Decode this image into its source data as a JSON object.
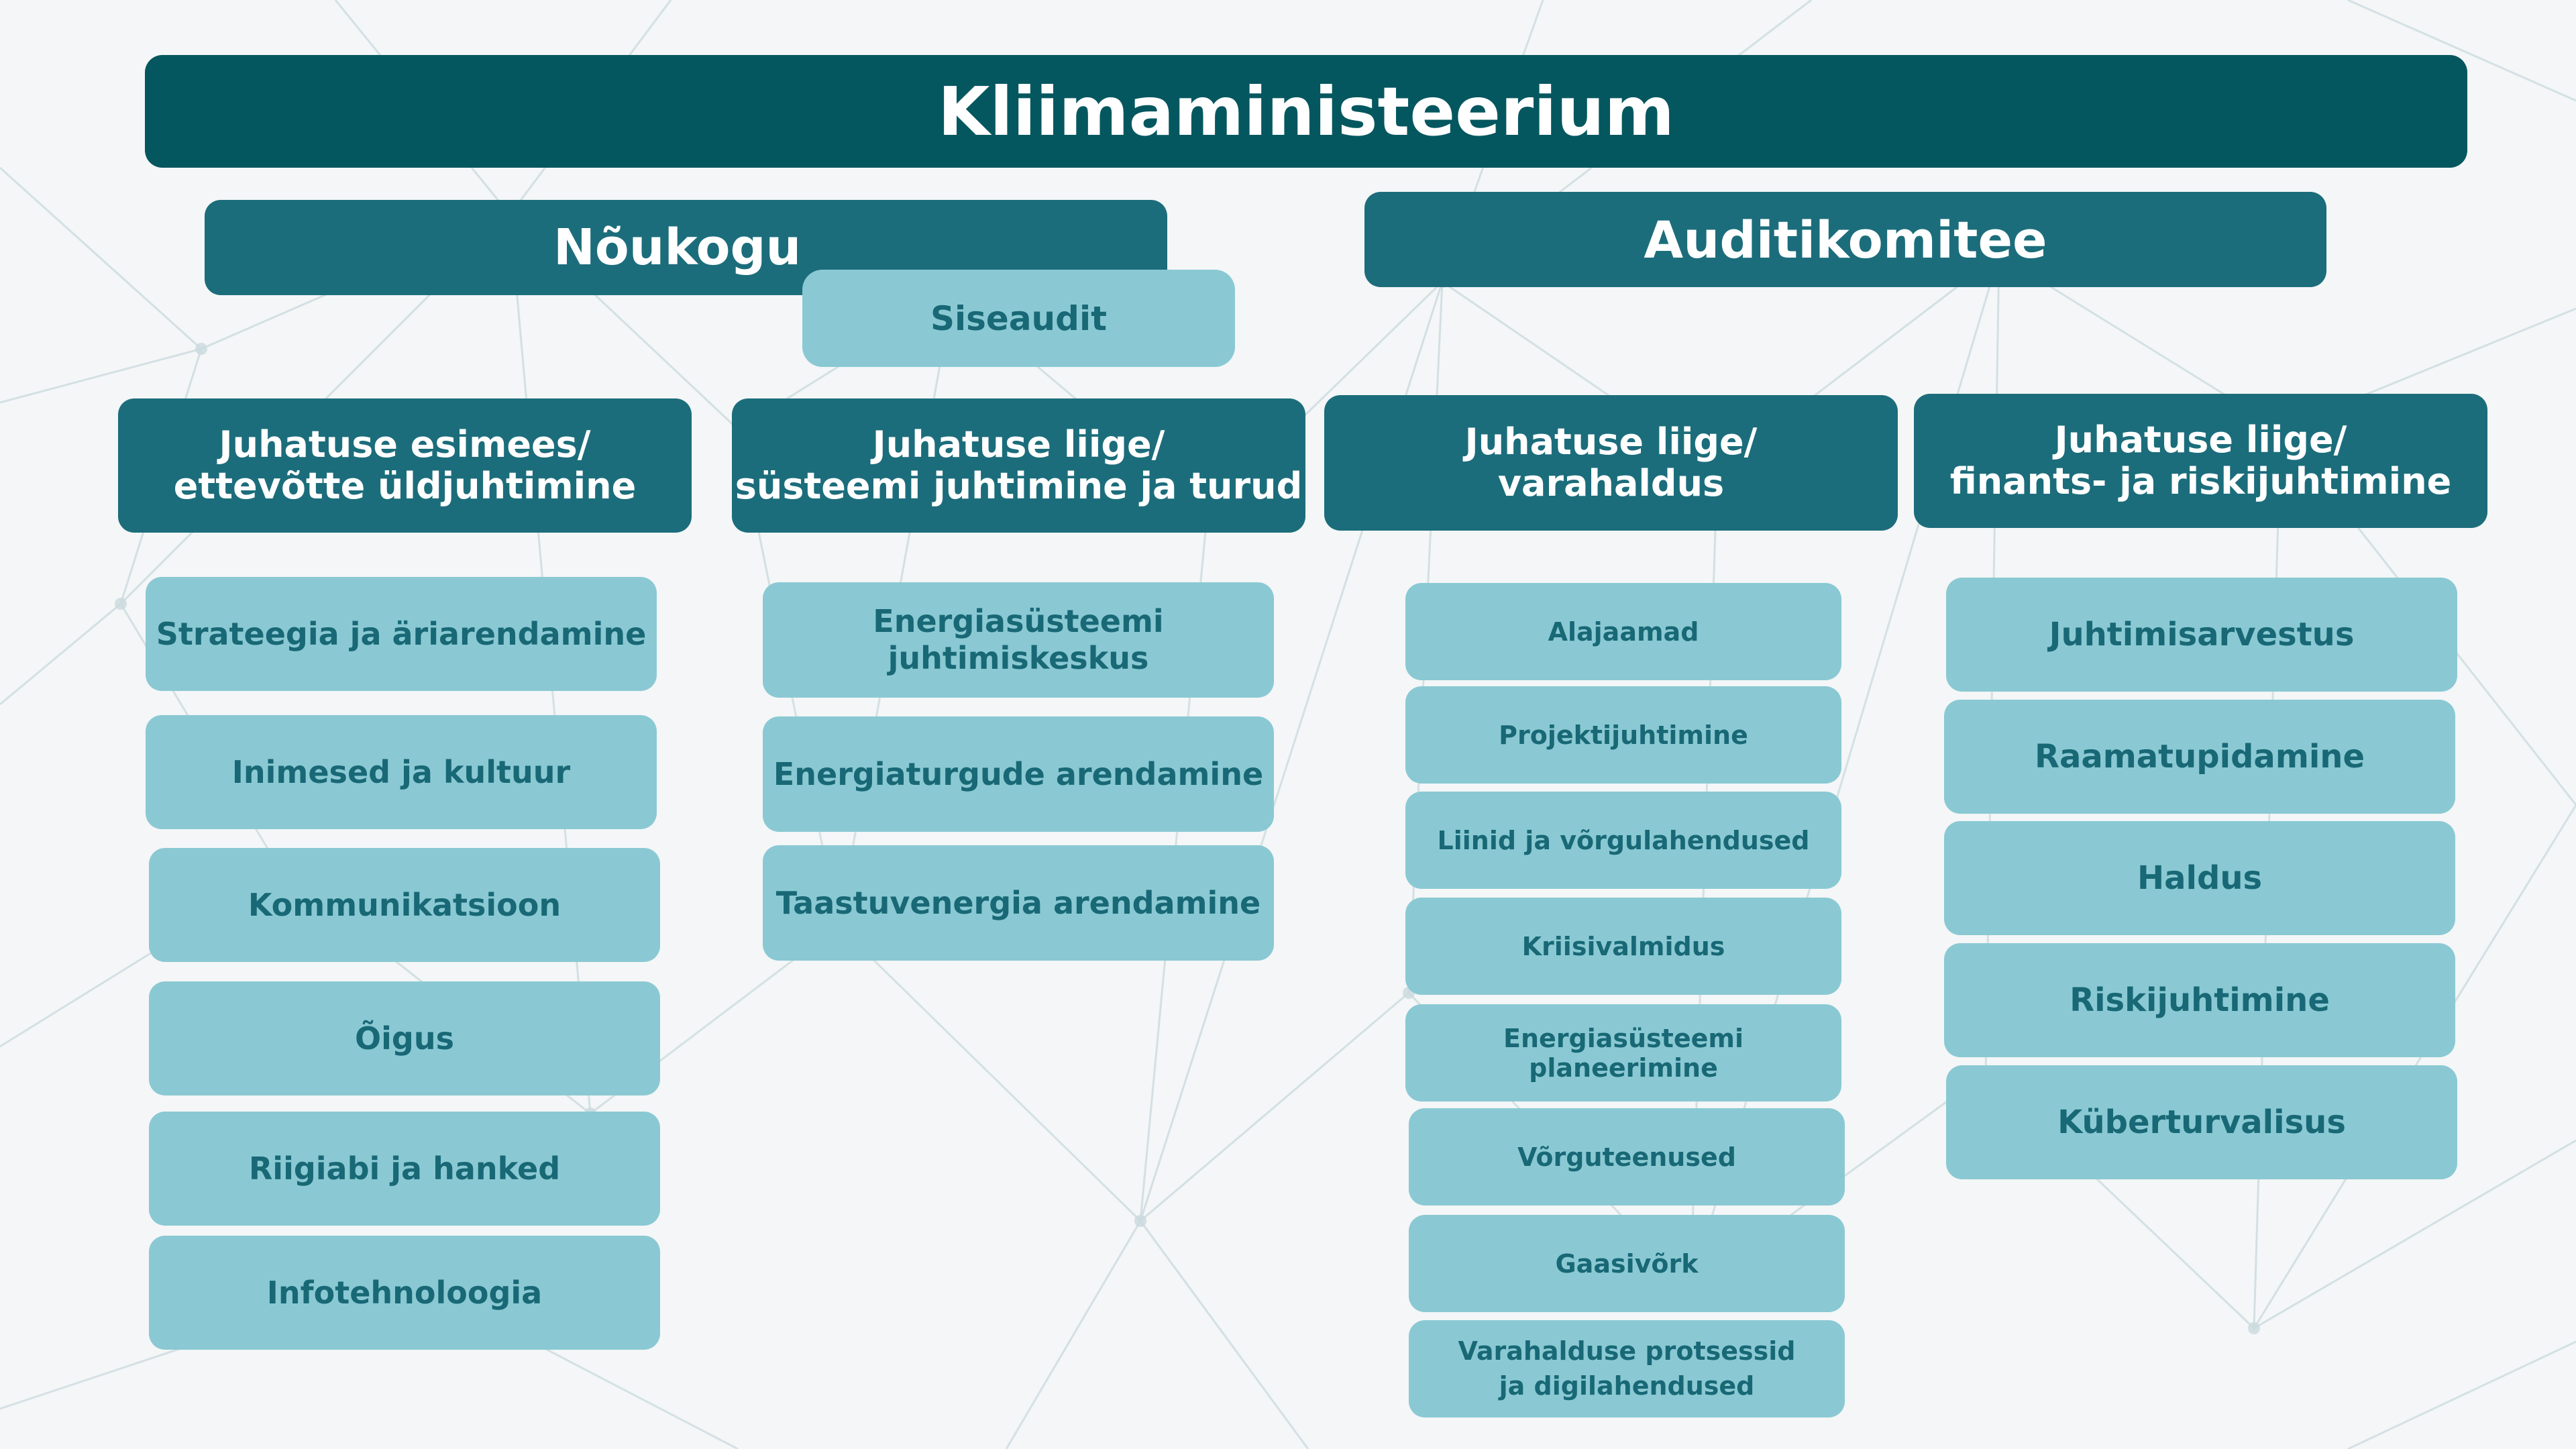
{
  "title": "Kliimaministeerium",
  "top_level": {
    "council": "Nõukogu",
    "audit_committee": "Auditikomitee",
    "internal_audit": "Siseaudit"
  },
  "columns": [
    {
      "header": "Juhatuse esimees/\nettevõtte üldjuhtimine",
      "units": [
        "Strateegia ja äriarendamine",
        "Inimesed ja kultuur",
        "Kommunikatsioon",
        "Õigus",
        "Riigiabi ja hanked",
        "Infotehnoloogia"
      ]
    },
    {
      "header": "Juhatuse liige/\nsüsteemi juhtimine ja turud",
      "units": [
        "Energiasüsteemi\njuhtimiskeskus",
        "Energiaturgude arendamine",
        "Taastuvenergia arendamine"
      ]
    },
    {
      "header": "Juhatuse liige/\nvarahaldus",
      "units": [
        "Alajaamad",
        "Projektijuhtimine",
        "Liinid ja võrgulahendused",
        "Kriisivalmidus",
        "Energiasüsteemi planeerimine",
        "Võrguteenused",
        "Gaasivõrk",
        "Varahalduse protsessid\nja digilahendused"
      ]
    },
    {
      "header": "Juhatuse liige/\nfinants- ja riskijuhtimine",
      "units": [
        "Juhtimisarvestus",
        "Raamatupidamine",
        "Haldus",
        "Riskijuhtimine",
        "Küberturvalisus"
      ]
    }
  ],
  "colors": {
    "title_bg": "#05575f",
    "header_bg": "#1c6d7b",
    "unit_bg": "#8ac9d3",
    "unit_text": "#186876",
    "background": "#f4f6f7"
  }
}
